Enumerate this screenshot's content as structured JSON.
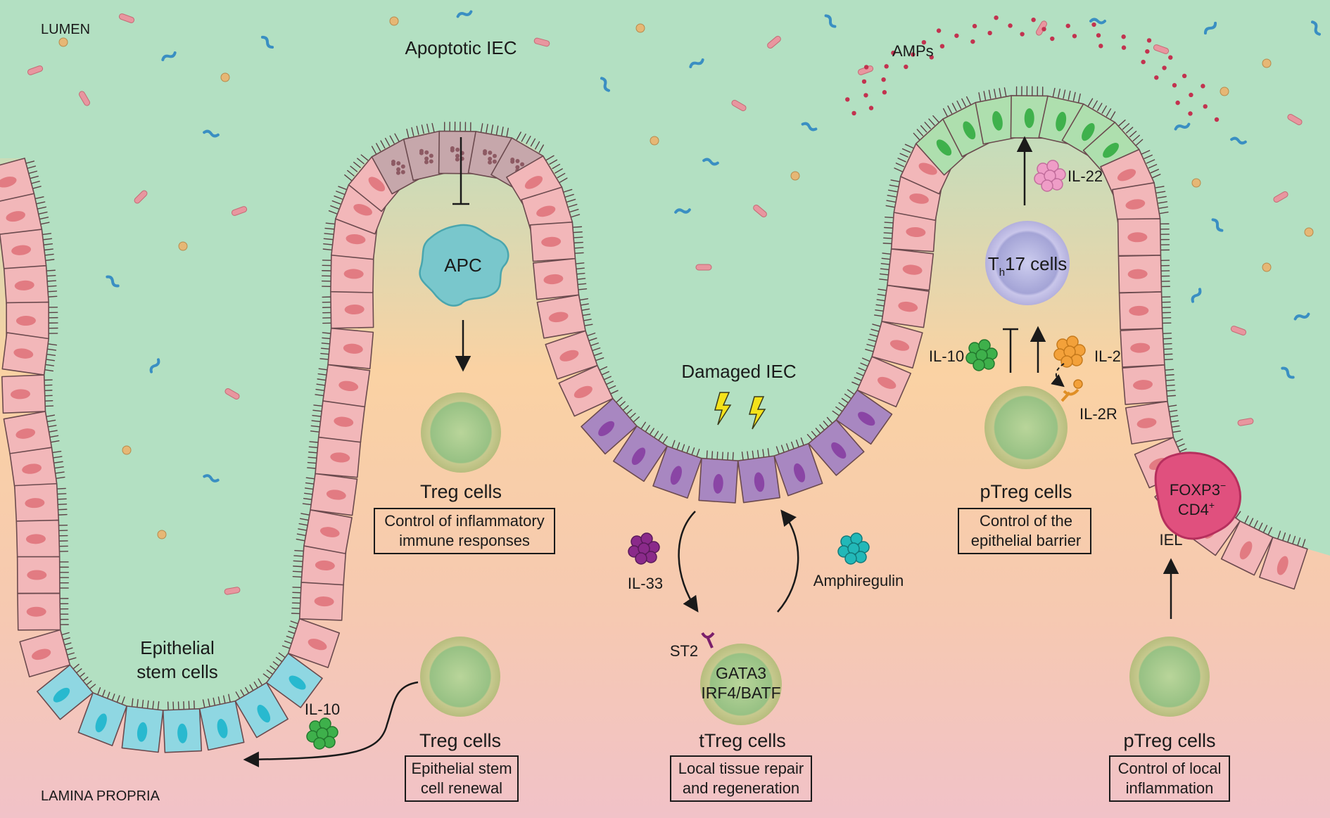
{
  "regions": {
    "lumen": "LUMEN",
    "lamina_propria": "LAMINA PROPRIA"
  },
  "epithelium": {
    "apoptotic_iec": "Apoptotic IEC",
    "damaged_iec": "Damaged IEC",
    "amps": "AMPs",
    "epithelial_stem_cells": [
      "Epithelial",
      "stem cells"
    ]
  },
  "cells": {
    "apc": "APC",
    "treg_top": {
      "name": "Treg cells",
      "role": [
        "Control of inflammatory",
        "immune responses"
      ]
    },
    "treg_bottom": {
      "name": "Treg cells",
      "role": [
        "Epithelial stem",
        "cell renewal"
      ]
    },
    "ttreg": {
      "name": "tTreg cells",
      "inner": [
        "GATA3",
        "IRF4/BATF"
      ],
      "role": [
        "Local tissue repair",
        "and regeneration"
      ]
    },
    "ptreg_barrier": {
      "name": "pTreg cells",
      "role": [
        "Control of the",
        "epithelial barrier"
      ]
    },
    "ptreg_local": {
      "name": "pTreg cells",
      "role": [
        "Control of local",
        "inflammation"
      ]
    },
    "th17": {
      "prefix": "T",
      "sub": "h",
      "suffix": "17 cells"
    },
    "iel": {
      "line1": "FOXP3",
      "sup1": "−",
      "line2": "CD4",
      "sup2": "+",
      "label": "IEL"
    }
  },
  "mediators": {
    "il22": "IL-22",
    "il10_top": "IL-10",
    "il2": "IL-2",
    "il2r": "IL-2R",
    "il33": "IL-33",
    "st2": "ST2",
    "amphiregulin": "Amphiregulin",
    "il10_bottom": "IL-10"
  },
  "colors": {
    "lumen_top": "#d2e8d3",
    "lumen": "#b3e0c2",
    "lamina_top": "#f9d0a0",
    "lamina_bottom": "#f1c2c8",
    "iec_pink": "#f2b7b9",
    "iec_nucleus": "#e27b82",
    "apoptotic": "#c6a7ab",
    "damaged": "#a887c1",
    "damaged_nucleus": "#8a45a5",
    "stem": "#8fd7e2",
    "stem_nucleus": "#28b9cf",
    "amp_top": "#aedfae",
    "amp_nucleus": "#3fb14c",
    "apc": "#79c7cc",
    "treg": "#a2c48e",
    "th17": "#a8a8d8",
    "iel": "#e0507e",
    "il22": "#ef9dc7",
    "il10": "#3eb04b",
    "il2": "#f3a13a",
    "il33": "#8a2a8a",
    "amphiregulin": "#22b8b8"
  }
}
